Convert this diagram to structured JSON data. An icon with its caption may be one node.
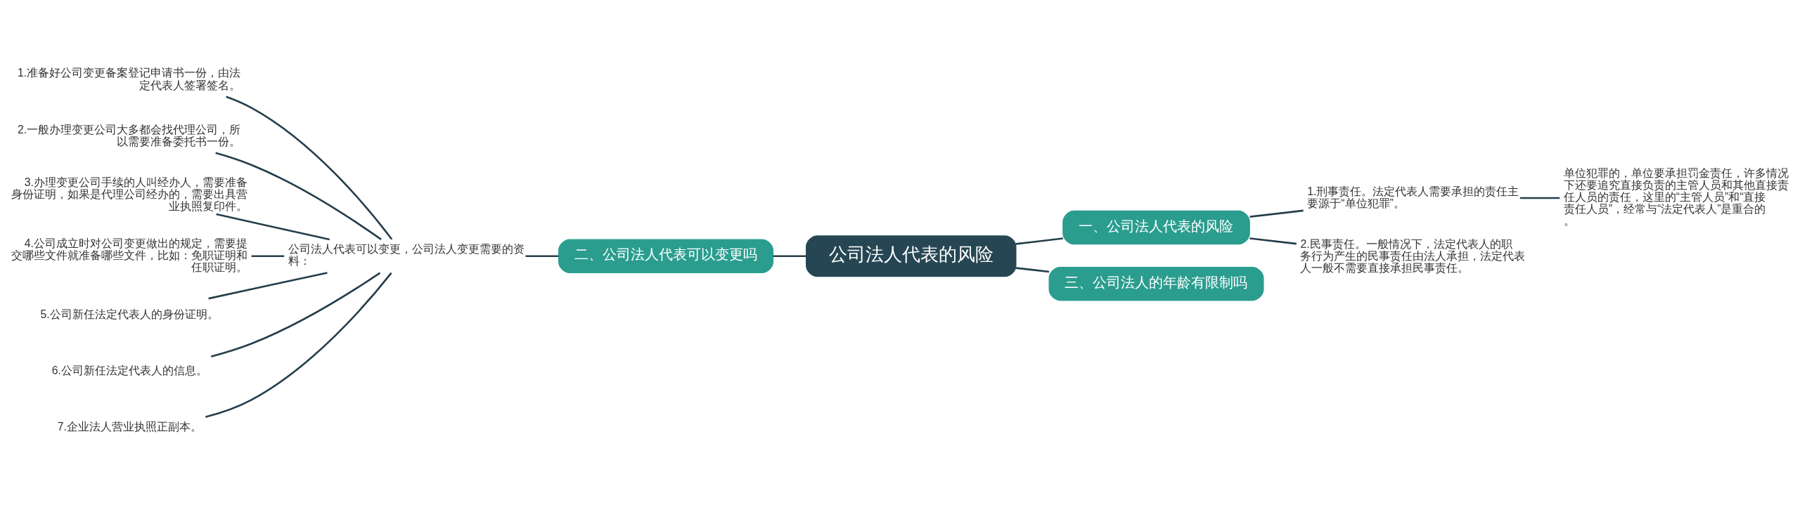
{
  "diagram": {
    "nodes": [
      {
        "text": [
          "公司法人代表的风险"
        ]
      },
      {
        "text": [
          "一、公司法人代表的风险"
        ]
      },
      {
        "text": [
          "1.刑事责任。法定代表人需要承担的责任主要源于“单位犯罪”。"
        ]
      },
      {
        "text": [
          "单位犯罪的，单位要承担罚金责任，许多情况下还要追究直接负责的主管人员和其他直接责任人员的责任，这里的“主管人员”和“直接责任人员”，经常与“法定代表人”是重合的。"
        ]
      },
      {
        "text": [
          "2.民事责任。一般情况下，法定代表人的职务行为产生的民事责任由法人承担，法定代表人一般不需要直接承担民事责任。"
        ]
      },
      {
        "text": [
          "三、公司法人的年龄有限制吗"
        ]
      },
      {
        "text": [
          "二、公司法人代表可以变更吗"
        ]
      },
      {
        "text": [
          "公司法人代表可以变更，公司法人变更需要的资料："
        ]
      },
      {
        "text": [
          "1.准备好公司变更备案登记申请书一份，由法定代表人签署签名。"
        ]
      },
      {
        "text": [
          "2.一般办理变更公司大多都会找代理公司，所以需要准备委托书一份。"
        ]
      },
      {
        "text": [
          "3.办理变更公司手续的人叫经办人，需要准备身份证明，如果是代理公司经办的，需要出具营业执照复印件。"
        ]
      },
      {
        "text": [
          "4.公司成立时对公司变更做出的规定，需要提交哪些文件就准备哪些文件，比如：免职证明和任职证明。"
        ]
      },
      {
        "text": [
          "5.公司新任法定代表人的身份证明。"
        ]
      },
      {
        "text": [
          "6.公司新任法定代表人的信息。"
        ]
      },
      {
        "text": [
          "7.企业法人营业执照正副本。"
        ]
      }
    ],
    "edges": [
      {
        "from": 0,
        "to": 1,
        "arrow": "none"
      },
      {
        "from": 1,
        "to": 2,
        "arrow": "none"
      },
      {
        "from": 2,
        "to": 3,
        "arrow": "none"
      },
      {
        "from": 1,
        "to": 4,
        "arrow": "none"
      },
      {
        "from": 0,
        "to": 5,
        "arrow": "none"
      },
      {
        "from": 0,
        "to": 6,
        "arrow": "none"
      },
      {
        "from": 6,
        "to": 7,
        "arrow": "none"
      },
      {
        "from": 7,
        "to": 8,
        "arrow": "none"
      },
      {
        "from": 7,
        "to": 9,
        "arrow": "none"
      },
      {
        "from": 7,
        "to": 10,
        "arrow": "none"
      },
      {
        "from": 7,
        "to": 11,
        "arrow": "none"
      },
      {
        "from": 7,
        "to": 12,
        "arrow": "none"
      },
      {
        "from": 7,
        "to": 13,
        "arrow": "none"
      },
      {
        "from": 7,
        "to": 14,
        "arrow": "none"
      }
    ]
  }
}
